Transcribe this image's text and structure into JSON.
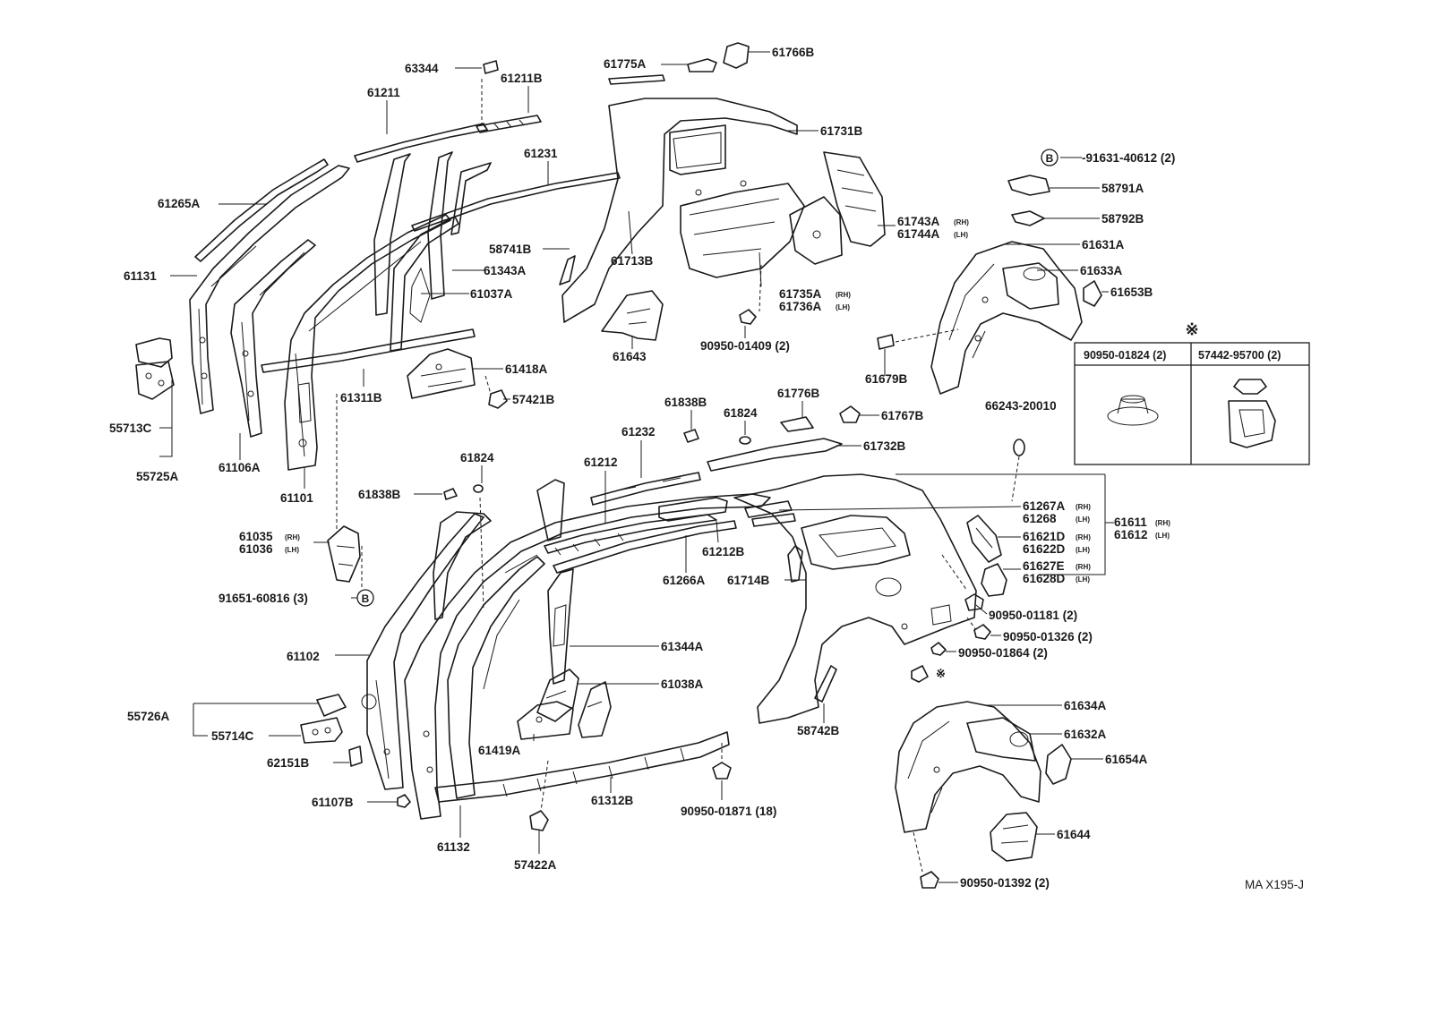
{
  "colors": {
    "ink": "#1a1a1a",
    "paper": "#ffffff"
  },
  "side_suffix": {
    "rh": "(RH)",
    "lh": "(LH)"
  },
  "marks": {
    "bolt_marker": "B",
    "reference_mark": "※"
  },
  "drawing_code": "MA X195-J",
  "parts": {
    "p63344": "63344",
    "p61211B": "61211B",
    "p61211": "61211",
    "p61231": "61231",
    "p61265A": "61265A",
    "p61131": "61131",
    "p61343A": "61343A",
    "p61037A": "61037A",
    "p61418A": "61418A",
    "p57421B": "57421B",
    "p61311B": "61311B",
    "p55713C": "55713C",
    "p55725A": "55725A",
    "p61106A": "61106A",
    "p61101": "61101",
    "p61775A": "61775A",
    "p61766B": "61766B",
    "p61731B": "61731B",
    "p58741B": "58741B",
    "p61713B": "61713B",
    "p61743A": "61743A",
    "p61744A": "61744A",
    "p61735A": "61735A",
    "p61736A": "61736A",
    "p61643": "61643",
    "p90950_01409": "90950-01409 (2)",
    "p91631_40612": "-91631-40612 (2)",
    "p58791A": "58791A",
    "p58792B": "58792B",
    "p61631A": "61631A",
    "p61633A": "61633A",
    "p61653B": "61653B",
    "p61679B": "61679B",
    "p90950_01824": "90950-01824 (2)",
    "p57442_95700": "57442-95700 (2)",
    "p61838B_top": "61838B",
    "p61824_top": "61824",
    "p61776B": "61776B",
    "p61767B": "61767B",
    "p61232": "61232",
    "p61732B": "61732B",
    "p66243_20010": "66243-20010",
    "p61212": "61212",
    "p61824_left": "61824",
    "p61838B_left": "61838B",
    "p61267A": "61267A",
    "p61268": "61268",
    "p61611": "61611",
    "p61612": "61612",
    "p61621D": "61621D",
    "p61622D": "61622D",
    "p61627E": "61627E",
    "p61628D": "61628D",
    "p61212B": "61212B",
    "p61035": "61035",
    "p61036": "61036",
    "p91651_60816": "91651-60816 (3)",
    "p61266A": "61266A",
    "p61714B": "61714B",
    "p90950_01181": "90950-01181 (2)",
    "p90950_01326": "90950-01326 (2)",
    "p90950_01864": "90950-01864 (2)",
    "p61102": "61102",
    "p61344A": "61344A",
    "p61038A": "61038A",
    "p55726A": "55726A",
    "p55714C": "55714C",
    "p61419A": "61419A",
    "p58742B": "58742B",
    "p61634A": "61634A",
    "p61632A": "61632A",
    "p61654A": "61654A",
    "p62151B": "62151B",
    "p61107B": "61107B",
    "p61312B": "61312B",
    "p90950_01871": "90950-01871 (18)",
    "p61644": "61644",
    "p61132": "61132",
    "p57422A": "57422A",
    "p90950_01392": "90950-01392 (2)"
  }
}
